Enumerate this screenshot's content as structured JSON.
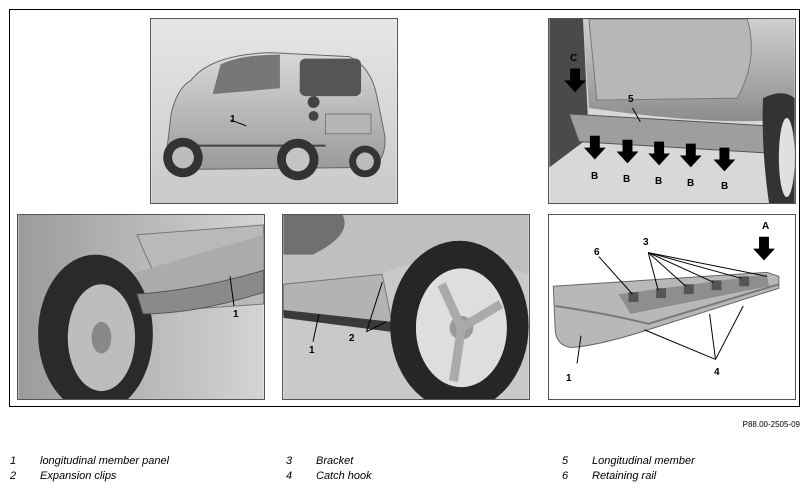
{
  "reference": "P88.00-2505-09",
  "callouts": {
    "p1_1": "1",
    "p2_c": "C",
    "p2_5": "5",
    "p2_b": "B",
    "p3_1": "1",
    "p4_2": "2",
    "p4_1": "1",
    "p5_a": "A",
    "p5_6": "6",
    "p5_3": "3",
    "p5_1": "1",
    "p5_4": "4"
  },
  "legend": [
    {
      "num": "1",
      "text": "longitudinal member panel"
    },
    {
      "num": "2",
      "text": "Expansion clips"
    },
    {
      "num": "3",
      "text": "Bracket"
    },
    {
      "num": "4",
      "text": "Catch hook"
    },
    {
      "num": "5",
      "text": "Longitudinal member"
    },
    {
      "num": "6",
      "text": "Retaining rail"
    }
  ]
}
